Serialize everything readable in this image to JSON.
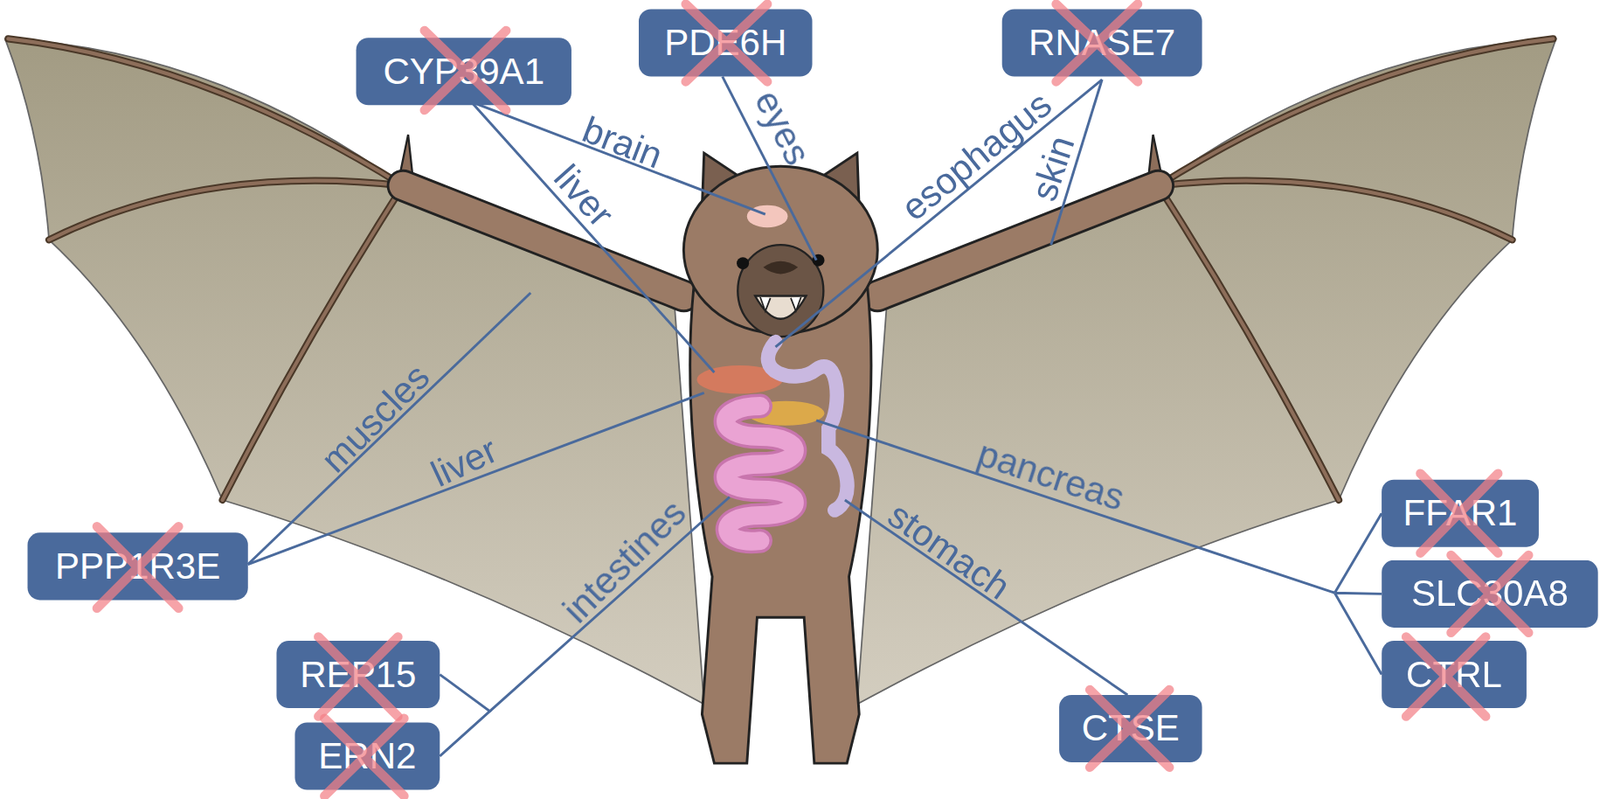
{
  "diagram": {
    "nodes": [
      {
        "text": [
          "CYP39A1"
        ]
      },
      {
        "text": [
          "PDE6H"
        ]
      },
      {
        "text": [
          "RNASE7"
        ]
      },
      {
        "text": [
          "FFAR1"
        ]
      },
      {
        "text": [
          "SLC30A8"
        ]
      },
      {
        "text": [
          "CTRL"
        ]
      },
      {
        "text": [
          "PPP1R3E"
        ]
      },
      {
        "text": [
          "REP15"
        ]
      },
      {
        "text": [
          "ERN2"
        ]
      },
      {
        "text": [
          "CTSE"
        ]
      }
    ],
    "labels": [
      "brain",
      "liver",
      "eyes",
      "esophagus",
      "skin",
      "muscles",
      "liver",
      "pancreas",
      "intestines",
      "stomach"
    ]
  }
}
